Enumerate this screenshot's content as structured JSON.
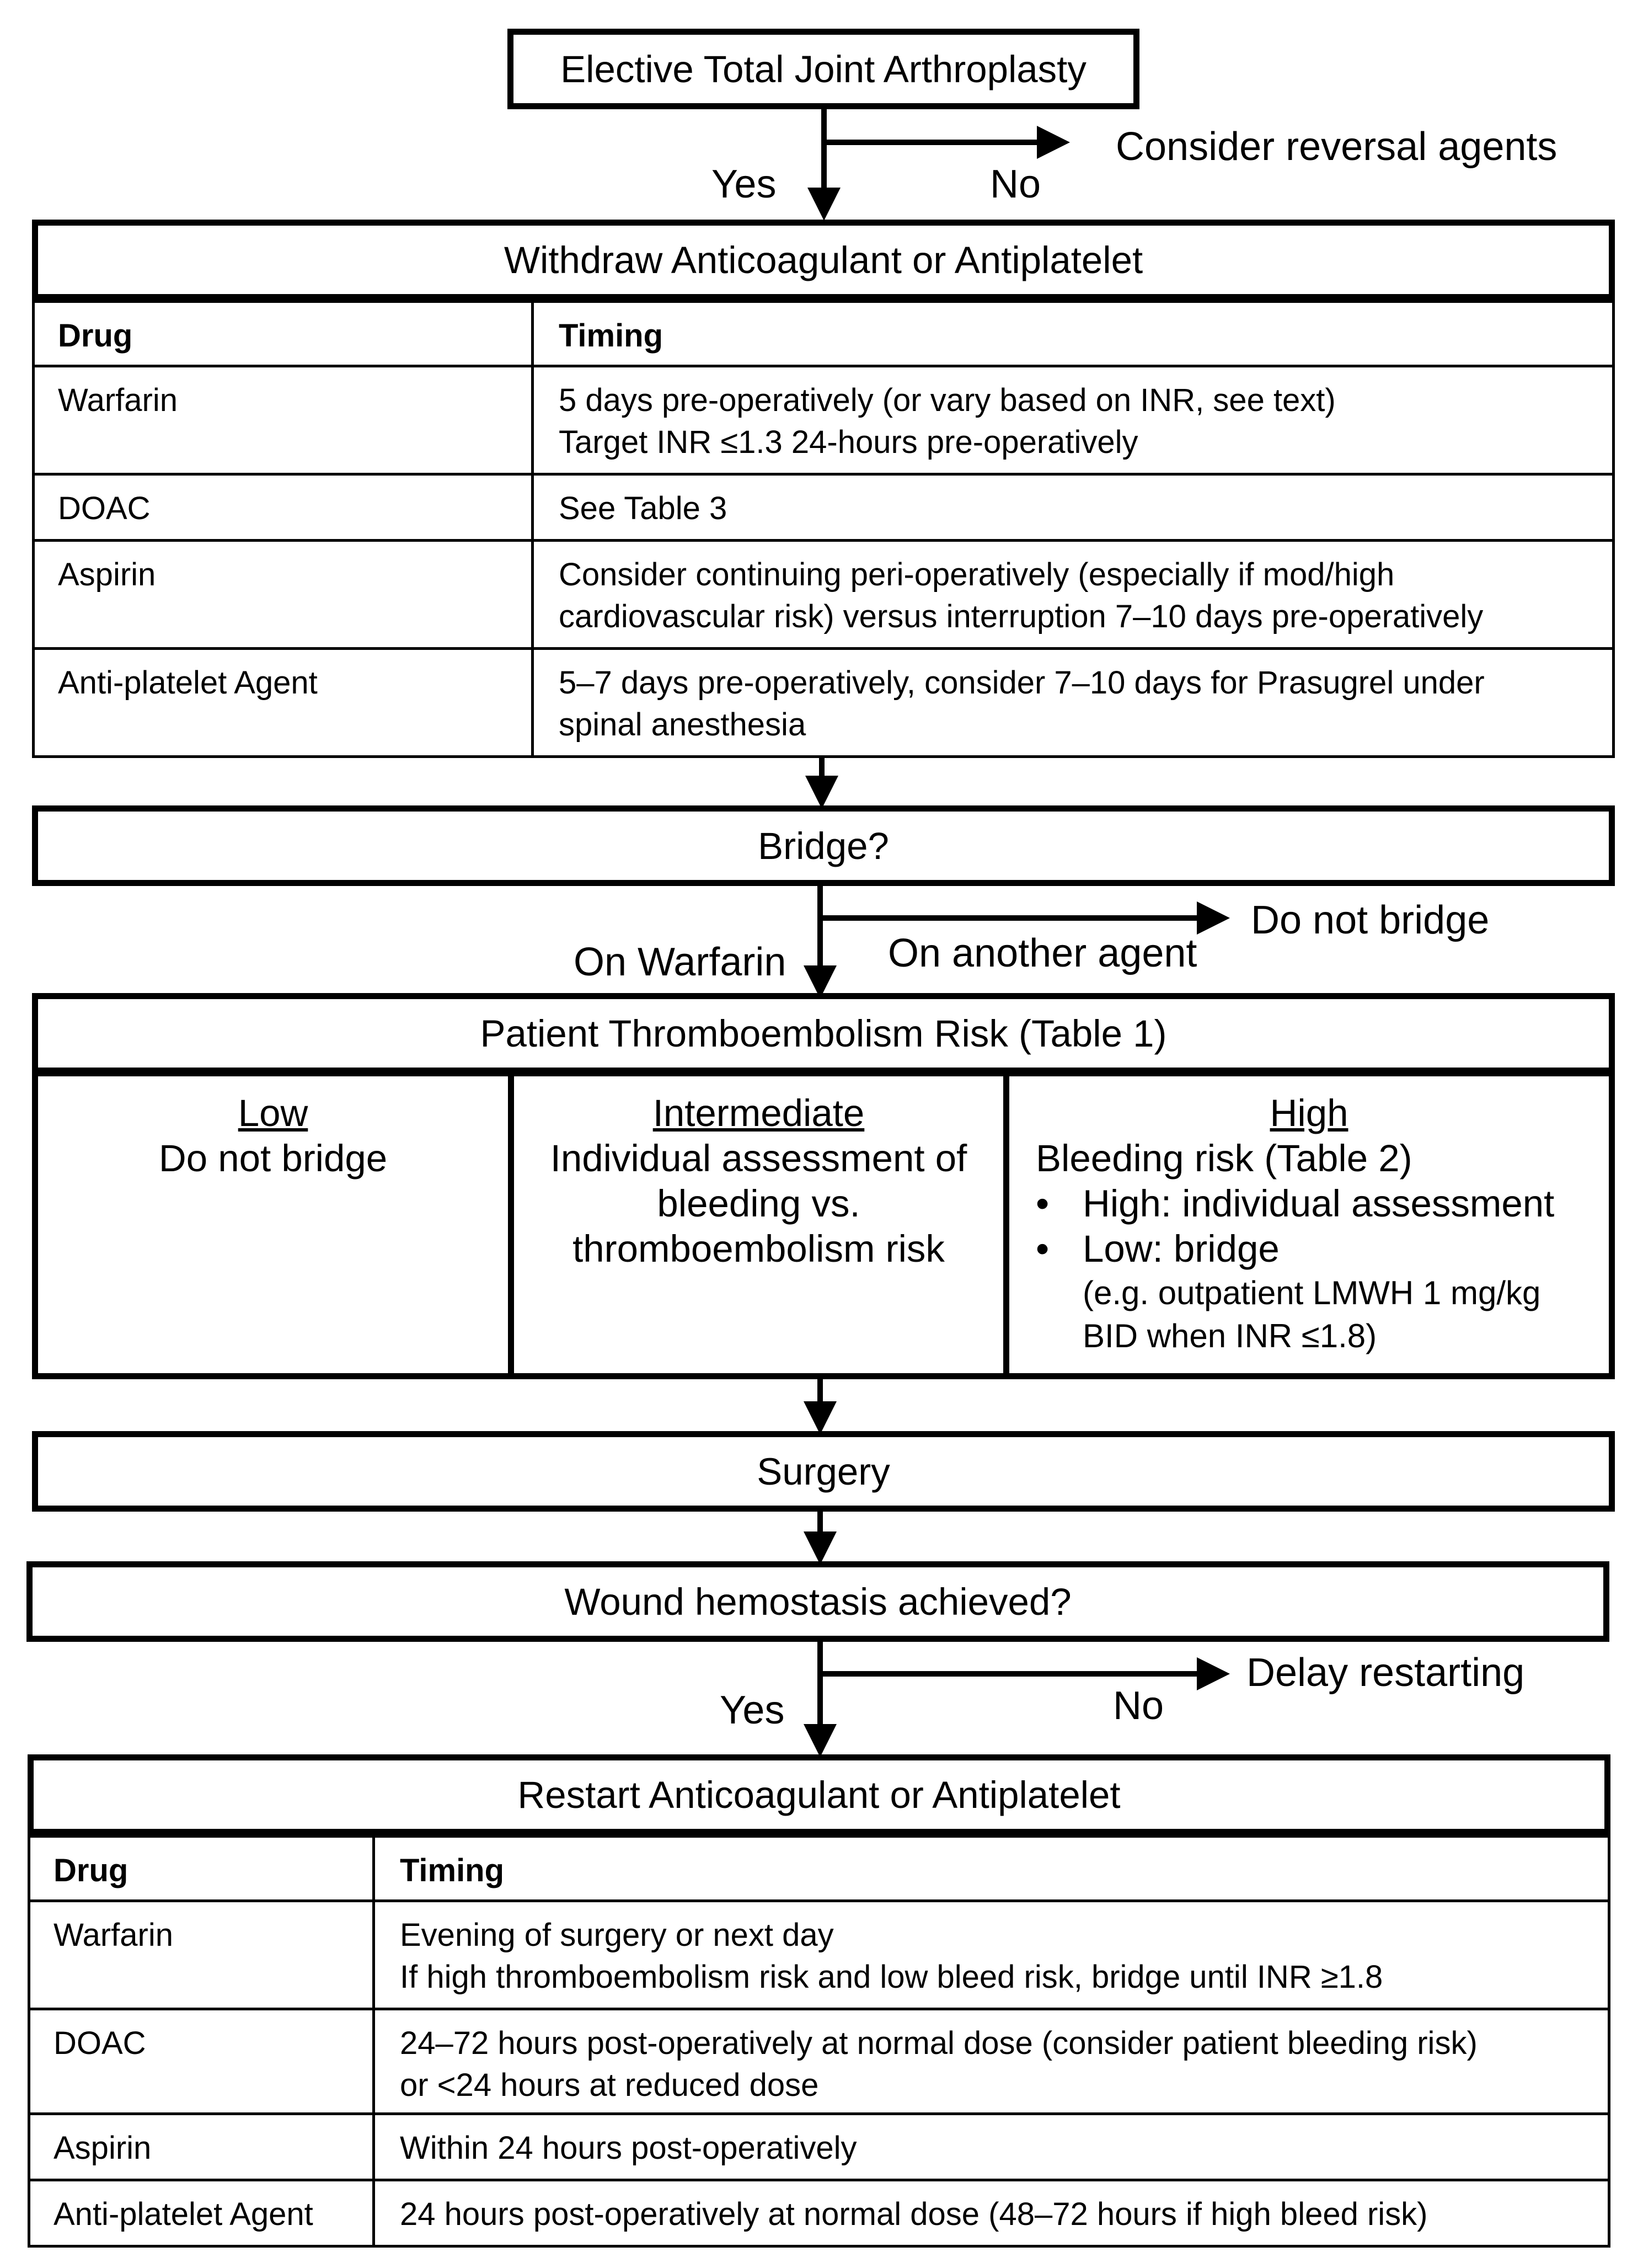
{
  "start": {
    "label": "Elective Total Joint Arthroplasty"
  },
  "branch1": {
    "yes": "Yes",
    "no": "No",
    "no_outcome": "Consider reversal agents"
  },
  "withdraw": {
    "title": "Withdraw Anticoagulant or Antiplatelet",
    "headers": [
      "Drug",
      "Timing"
    ],
    "rows": [
      {
        "drug": "Warfarin",
        "timing": [
          "5 days pre-operatively (or vary based on INR, see text)",
          "Target INR ≤1.3 24-hours pre-operatively"
        ]
      },
      {
        "drug": "DOAC",
        "timing": [
          "See Table 3"
        ]
      },
      {
        "drug": "Aspirin",
        "timing": [
          "Consider continuing peri-operatively (especially if mod/high",
          "cardiovascular risk) versus interruption 7–10 days pre-operatively"
        ]
      },
      {
        "drug": "Anti-platelet Agent",
        "timing": [
          "5–7 days pre-operatively, consider 7–10 days for Prasugrel under",
          "spinal anesthesia"
        ]
      }
    ]
  },
  "bridge": {
    "label": "Bridge?",
    "warfarin": "On Warfarin",
    "other": "On another agent",
    "other_outcome": "Do not bridge"
  },
  "risk": {
    "title": "Patient Thromboembolism Risk (Table 1)",
    "low": {
      "head": "Low",
      "text": "Do not bridge"
    },
    "intermediate": {
      "head": "Intermediate",
      "lines": [
        "Individual assessment of",
        "bleeding vs.",
        "thromboembolism risk"
      ]
    },
    "high": {
      "head": "High",
      "intro": "Bleeding risk (Table 2)",
      "bullets": [
        "High: individual assessment",
        "Low: bridge"
      ],
      "note": [
        "(e.g. outpatient LMWH 1 mg/kg",
        "BID when INR ≤1.8)"
      ]
    }
  },
  "surgery": {
    "label": "Surgery"
  },
  "hemostasis": {
    "label": "Wound hemostasis achieved?",
    "yes": "Yes",
    "no": "No",
    "no_outcome": "Delay restarting"
  },
  "restart": {
    "title": "Restart Anticoagulant or Antiplatelet",
    "headers": [
      "Drug",
      "Timing"
    ],
    "rows": [
      {
        "drug": "Warfarin",
        "timing": [
          "Evening of surgery or next day",
          "If high thromboembolism risk and low bleed risk, bridge until INR ≥1.8"
        ]
      },
      {
        "drug": "DOAC",
        "timing": [
          "24–72 hours post-operatively at normal dose (consider patient bleeding risk)",
          "or <24 hours at reduced dose"
        ]
      },
      {
        "drug": "Aspirin",
        "timing": [
          "Within 24 hours post-operatively"
        ]
      },
      {
        "drug": "Anti-platelet Agent",
        "timing": [
          "24 hours post-operatively at normal dose (48–72 hours if high bleed risk)"
        ]
      }
    ]
  }
}
